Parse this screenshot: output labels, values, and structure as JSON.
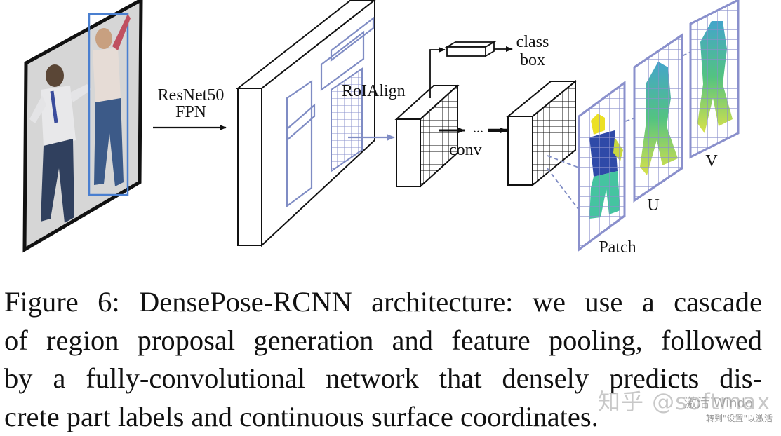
{
  "figure": {
    "labels": {
      "backbone_line1": "ResNet50",
      "backbone_line2": "FPN",
      "roialign": "RoIAlign",
      "class": "class",
      "box": "box",
      "conv": "conv",
      "ellipsis": "...",
      "patch": "Patch",
      "u": "U",
      "v": "V"
    },
    "colors": {
      "line": "#111111",
      "proposal_blue": "#7f8cc4",
      "map_border": "#8a90cc",
      "person_box": "#4a7fd0"
    }
  },
  "caption": {
    "lines": [
      "Figure 6: DensePose-RCNN architecture: we use a cascade",
      "of region proposal generation and feature pooling, followed",
      "by a fully-convolutional network that densely predicts dis-",
      "crete part labels and continuous surface coordinates."
    ]
  },
  "watermark": {
    "text": "知乎 @softmax",
    "overlay_line1": "激活 Windo",
    "overlay_line2": "转到\"设置\"以激活"
  }
}
